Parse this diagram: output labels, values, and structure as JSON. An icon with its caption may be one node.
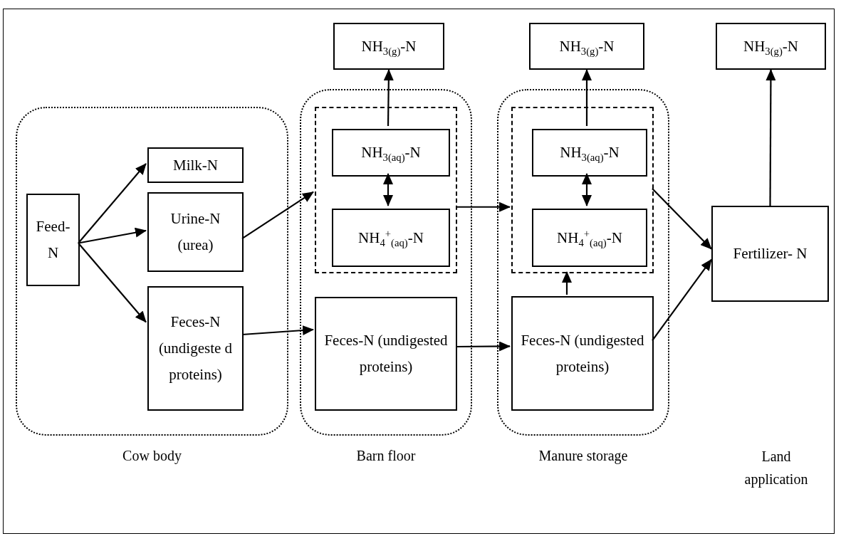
{
  "diagram": {
    "nodes": [
      {
        "text": [
          "Cow body"
        ]
      },
      {
        "text": [
          "Feed- N"
        ],
        "in": 0
      },
      {
        "text": [
          "Milk-N"
        ],
        "in": 0
      },
      {
        "text": [
          "Urine-N (urea)"
        ],
        "in": 0
      },
      {
        "text": [
          "Feces-N (undigeste d proteins)"
        ],
        "in": 0
      },
      {
        "text": [
          "NH$_{3(g)}$-N"
        ]
      },
      {
        "text": [
          "Barn floor"
        ]
      },
      {
        "text": [],
        "shape": "box",
        "in": 6
      },
      {
        "text": [
          "NH$_{3(aq)}$-N"
        ],
        "in": 7
      },
      {
        "text": [
          "NH$_{4}$$^{+}$$_{(aq)}$-N"
        ],
        "in": 7
      },
      {
        "text": [
          "Feces-N (undigested proteins)"
        ],
        "in": 6
      },
      {
        "text": [
          "NH$_{3(g)}$-N"
        ]
      },
      {
        "text": [
          "Manure storage"
        ]
      },
      {
        "text": [],
        "shape": "box",
        "in": 12
      },
      {
        "text": [
          "NH$_{3(aq)}$-N"
        ],
        "in": 13
      },
      {
        "text": [
          "NH$_{4}$$^{+}$$_{(aq)}$-N"
        ],
        "in": 13
      },
      {
        "text": [
          "Feces-N (undigested proteins)"
        ],
        "in": 12
      },
      {
        "text": [
          "NH$_{3(g)}$-N"
        ]
      },
      {
        "text": [
          "Fertilizer- N"
        ]
      }
    ],
    "edges": [
      {
        "from": 1,
        "to": 2,
        "arrow": "to"
      },
      {
        "from": 1,
        "to": 3,
        "arrow": "to"
      },
      {
        "from": 1,
        "to": 4,
        "arrow": "to"
      },
      {
        "from": 3,
        "to": 7,
        "arrow": "to"
      },
      {
        "from": 4,
        "to": 10,
        "arrow": "to"
      },
      {
        "from": 8,
        "to": 5,
        "arrow": "to"
      },
      {
        "from": 8,
        "to": 9,
        "arrow": "both"
      },
      {
        "from": 7,
        "to": 13,
        "arrow": "to"
      },
      {
        "from": 10,
        "to": 16,
        "arrow": "to"
      },
      {
        "from": 14,
        "to": 11,
        "arrow": "to"
      },
      {
        "from": 14,
        "to": 15,
        "arrow": "both"
      },
      {
        "from": 16,
        "to": 13,
        "arrow": "to"
      },
      {
        "from": 13,
        "to": 18,
        "arrow": "to"
      },
      {
        "from": 16,
        "to": 18,
        "arrow": "to"
      },
      {
        "from": 18,
        "to": 17,
        "arrow": "to"
      }
    ],
    "labels": [
      "Land application"
    ]
  }
}
